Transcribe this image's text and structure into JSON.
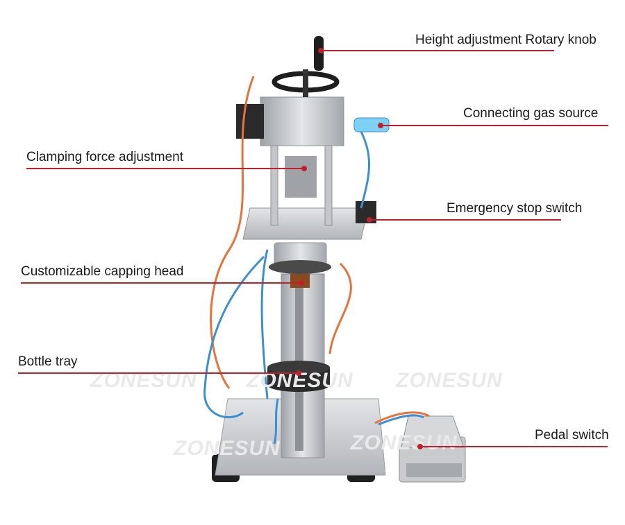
{
  "labels": {
    "knob": "Height adjustment Rotary knob",
    "gas": "Connecting gas source",
    "clamp": "Clamping force adjustment",
    "estop": "Emergency stop switch",
    "head": "Customizable capping head",
    "tray": "Bottle tray",
    "pedal": "Pedal switch"
  },
  "watermark": "ZONESUN",
  "colors": {
    "accent": "#c0202a",
    "frame": "#b9bcc0",
    "base": "#c6c9cc",
    "hose_orange": "#e8733a",
    "hose_blue": "#3b8fd6",
    "dark": "#1e1e1e"
  }
}
